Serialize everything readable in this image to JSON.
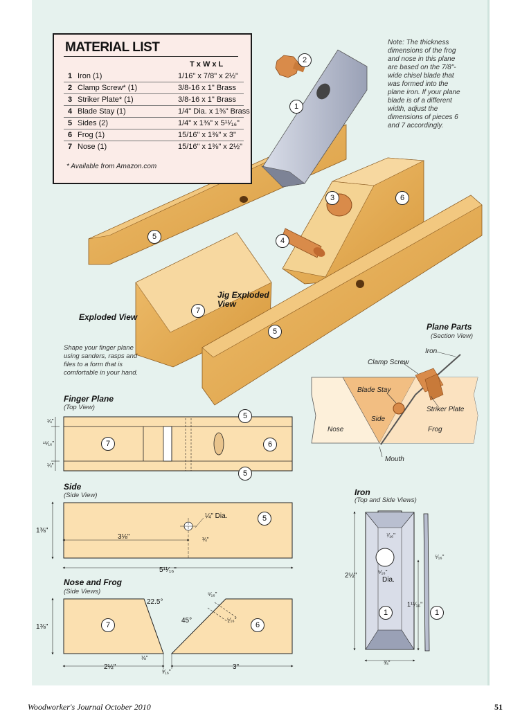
{
  "material_list": {
    "title": "MATERIAL LIST",
    "column_header": "T x W x L",
    "rows": [
      {
        "num": "1",
        "part": "Iron (1)",
        "dims": "1/16\" x 7/8\" x 2½\""
      },
      {
        "num": "2",
        "part": "Clamp Screw* (1)",
        "dims": "3/8-16 x 1\" Brass"
      },
      {
        "num": "3",
        "part": "Striker Plate* (1)",
        "dims": "3/8-16 x 1\" Brass"
      },
      {
        "num": "4",
        "part": "Blade Stay (1)",
        "dims": "1/4\" Dia. x 1⅜\" Brass"
      },
      {
        "num": "5",
        "part": "Sides (2)",
        "dims": "1/4\" x 1⅜\" x 5¹¹⁄₁₆\""
      },
      {
        "num": "6",
        "part": "Frog (1)",
        "dims": "15/16\" x 1⅜\" x 3\""
      },
      {
        "num": "7",
        "part": "Nose (1)",
        "dims": "15/16\" x 1⅜\" x 2½\""
      }
    ],
    "footnote": "* Available from Amazon.com"
  },
  "note": "Note: The thickness dimensions of the frog and nose in this plane are based on the 7/8\"-wide chisel blade that was formed into the plane iron. If your plane blade is of a different width, adjust the dimensions of pieces 6 and 7 accordingly.",
  "exploded": {
    "title": "Exploded View",
    "jig_title": "Jig Exploded View",
    "shape_note": "Shape your finger plane using sanders, rasps and files to a form that is comfortable in your hand.",
    "badges": [
      "1",
      "2",
      "3",
      "4",
      "5",
      "5",
      "6",
      "7"
    ]
  },
  "plane_parts": {
    "title": "Plane Parts",
    "subtitle": "(Section View)",
    "labels": {
      "iron": "Iron",
      "clamp_screw": "Clamp Screw",
      "blade_stay": "Blade Stay",
      "side": "Side",
      "striker_plate": "Striker Plate",
      "nose": "Nose",
      "frog": "Frog",
      "mouth": "Mouth"
    }
  },
  "finger_plane": {
    "title": "Finger Plane",
    "subtitle": "(Top View)",
    "dims": {
      "top": "¼\"",
      "middle": "¹⁵⁄₁₆\"",
      "bottom": "¼\""
    },
    "badges": {
      "nose": "7",
      "frog": "6",
      "side_top": "5",
      "side_bottom": "5"
    }
  },
  "side": {
    "title": "Side",
    "subtitle": "(Side View)",
    "dims": {
      "hole": "¼\" Dia.",
      "height": "1⅜\"",
      "hole_x": "3⅛\"",
      "hole_y": "¾\"",
      "length": "5¹¹⁄₁₆\""
    },
    "badge": "5"
  },
  "iron": {
    "title": "Iron",
    "subtitle": "(Top and Side Views)",
    "dims": {
      "length": "2½\"",
      "slot_w": "⁷⁄₁₆\"",
      "hole": "⁵⁄₁₆\"",
      "hole_label": "Dia.",
      "lower": "1¹¹⁄₁₆\"",
      "width": "¾\"",
      "thick": "⁵⁄₁₆\""
    },
    "badges": [
      "1",
      "1"
    ]
  },
  "nose_frog": {
    "title": "Nose and Frog",
    "subtitle": "(Side Views)",
    "dims": {
      "angle_nose": "22.5°",
      "angle_frog": "45°",
      "height": "1⅜\"",
      "nose_len": "2½\"",
      "nose_gap": "⅛\"",
      "frog_gap": "³⁄₁₆\"",
      "frog_len": "3\"",
      "slot_a": "⁵⁄₁₆\"",
      "slot_b": "⁵⁄₁₆\""
    },
    "badges": {
      "nose": "7",
      "frog": "6"
    }
  },
  "footer": {
    "magazine": "Woodworker's Journal   October 2010",
    "page": "51"
  },
  "colors": {
    "panel": "#e6f2ee",
    "wood": "#e8b15a",
    "wood_light": "#f6dca8",
    "brass": "#d98b4a",
    "steel": "#b9bfd0",
    "material_bg": "#fbece8"
  }
}
